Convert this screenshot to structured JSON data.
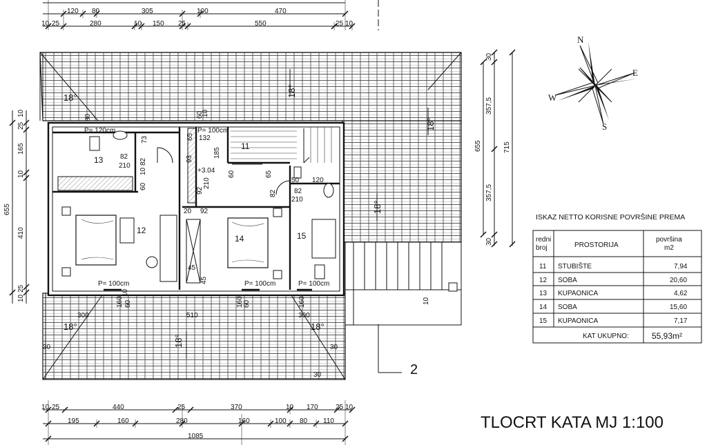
{
  "drawing_title": "TLOCRT KATA MJ 1:100",
  "section_marker": "2",
  "compass": {
    "n": "N",
    "e": "E",
    "s": "S",
    "w": "W"
  },
  "top_dims_row1": [
    "120",
    "80",
    "305",
    "100",
    "470"
  ],
  "top_dims_row2": [
    "10",
    "25",
    "280",
    "10",
    "150",
    "25",
    "550",
    "25",
    "10"
  ],
  "bottom_dims_row1": [
    "10",
    "25",
    "440",
    "25",
    "370",
    "10",
    "170",
    "25",
    "10"
  ],
  "bottom_dims_row2": [
    "195",
    "160",
    "280",
    "160",
    "100",
    "80",
    "110"
  ],
  "bottom_total": "1085",
  "left_dims": [
    "25",
    "10",
    "165",
    "10",
    "410",
    "10",
    "25"
  ],
  "left_total": "655",
  "right_dims": [
    "30",
    "357,5",
    "357,5",
    "30"
  ],
  "right_totals": [
    "655",
    "715"
  ],
  "roof_angles": [
    "18°",
    "18°",
    "18°",
    "18°",
    "18°",
    "18°",
    "18°"
  ],
  "rooms": [
    "11",
    "12",
    "13",
    "14",
    "15"
  ],
  "interior_labels": {
    "p1": "P= 120cm",
    "p2": "P= 100cm",
    "p3": "P= 100cm",
    "p4": "P= 100cm",
    "p5": "P= 100cm",
    "stair_level": "+3.04",
    "d73": "73",
    "d65": "65",
    "d132": "132",
    "d185": "185",
    "d93": "93",
    "d82a": "82",
    "d210a": "210",
    "d60a": "60",
    "d10a": "10",
    "d82b": "82",
    "d92a": "92",
    "d210b": "210",
    "d60b": "60",
    "d65b": "65",
    "d50": "50",
    "d120": "120",
    "d82c": "82",
    "d210c": "210",
    "d20": "20",
    "d92b": "92",
    "d45a": "45",
    "d45b": "45",
    "d82d": "82",
    "d60c": "60",
    "d10b": "10",
    "d300a": "300",
    "d510": "510",
    "d300b": "300",
    "d160a": "160",
    "d160b": "160",
    "d160c": "160",
    "d30a": "30",
    "d30b": "30",
    "d30c": "30",
    "d60d": "60",
    "d10c": "10",
    "d80": "80",
    "d10d": "10",
    "d60e": "60"
  },
  "area_table": {
    "title": "ISKAZ NETTO KORISNE POVRŠINE PREMA",
    "col_no": [
      "redni",
      "broj"
    ],
    "col_room": "PROSTORIJA",
    "col_area": [
      "površina",
      "m2"
    ],
    "rows": [
      {
        "no": "11",
        "name": "STUBIŠTE",
        "area": "7,94"
      },
      {
        "no": "12",
        "name": "SOBA",
        "area": "20,60"
      },
      {
        "no": "13",
        "name": "KUPAONICA",
        "area": "4,62"
      },
      {
        "no": "14",
        "name": "SOBA",
        "area": "15,60"
      },
      {
        "no": "15",
        "name": "KUPAONICA",
        "area": "7,17"
      }
    ],
    "total_label": "KAT UKUPNO:",
    "total_value": "55,93m²"
  }
}
